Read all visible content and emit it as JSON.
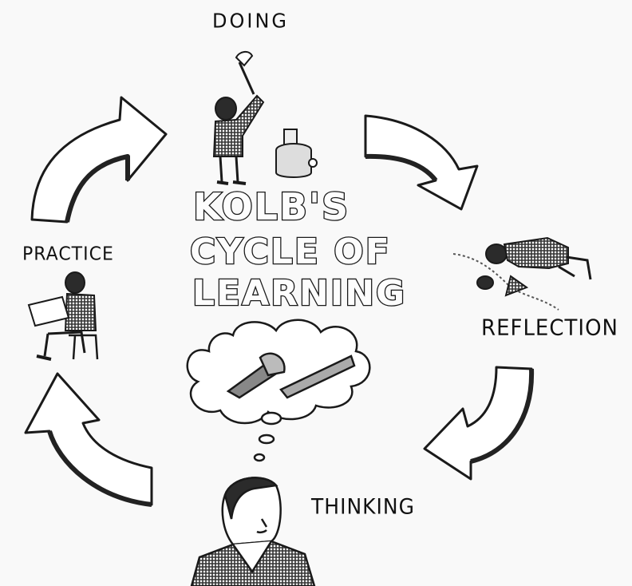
{
  "diagram": {
    "title_lines": [
      "KOLB'S",
      "CYCLE OF",
      "LEARNING"
    ],
    "stages": {
      "doing": "DOING",
      "reflection": "REFLECTION",
      "thinking": "THINKING",
      "practice": "PRACTICE"
    }
  },
  "colors": {
    "ink": "#1a1a1a",
    "paper": "#f9f9f9",
    "plaid": "#333333"
  },
  "illustrations": [
    "man-chopping-wood-icon",
    "man-kneeling-reflecting-icon",
    "man-thinking-icon",
    "man-reading-on-stool-icon",
    "thought-cloud-axe-saw-icon"
  ]
}
